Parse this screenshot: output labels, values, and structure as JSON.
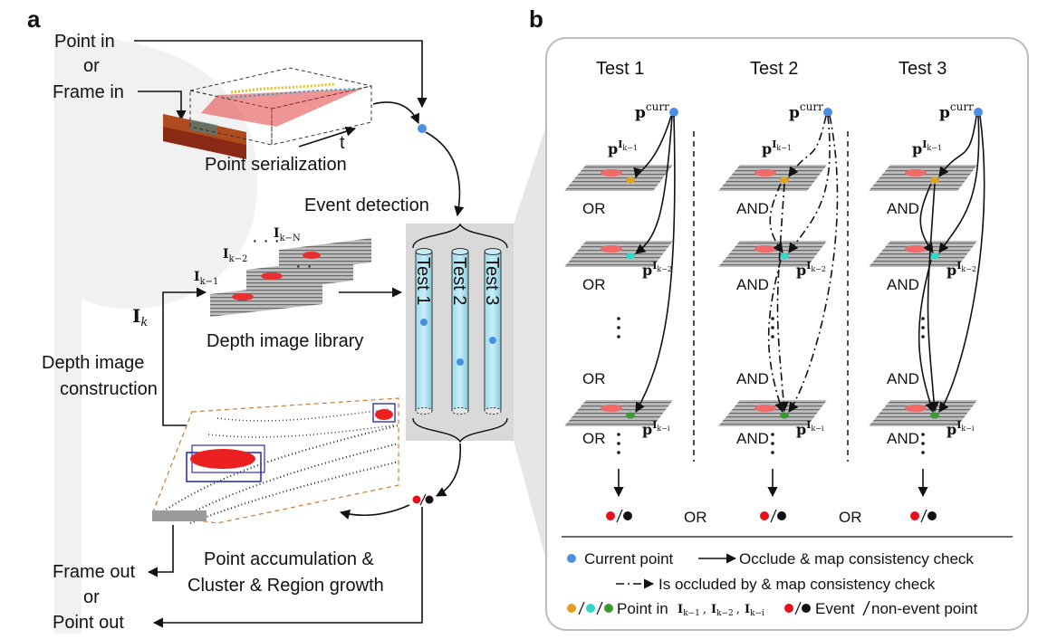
{
  "panel_a": {
    "letter": "a",
    "point_in": "Point in",
    "or1": "or",
    "frame_in": "Frame in",
    "point_serialization": "Point serialization",
    "t_label": "t",
    "event_detection": "Event detection",
    "depth_image_library": "Depth image library",
    "depth_image_construction_1": "Depth image",
    "depth_image_construction_2": "construction",
    "ik_base": "I",
    "ik_sub": "k",
    "lib_labels": [
      {
        "base": "I",
        "sub": "k−1"
      },
      {
        "base": "I",
        "sub": "k−2"
      },
      {
        "base": "I",
        "sub": "k−N"
      }
    ],
    "cyl_labels": [
      "Test 1",
      "Test 2",
      "Test 3"
    ],
    "accum_1": "Point accumulation &",
    "accum_2": "Cluster & Region growth",
    "frame_out": "Frame out",
    "or2": "or",
    "point_out": "Point out"
  },
  "panel_b": {
    "letter": "b",
    "tests": [
      {
        "title": "Test 1",
        "op": "OR",
        "style": "solid"
      },
      {
        "title": "Test 2",
        "op": "AND",
        "style": "dashdot"
      },
      {
        "title": "Test 3",
        "op": "AND",
        "style": "solid"
      }
    ],
    "p_base": "p",
    "p_curr_sup": "curr",
    "p_frame_sups": [
      "I",
      "I",
      "I"
    ],
    "p_frame_subs": [
      "k−1",
      "k−2",
      "k−i"
    ],
    "between_ops": [
      "OR",
      "OR"
    ],
    "legend": {
      "current_point": "Current point",
      "occlude_check": "Occlude & map consistency check",
      "occluded_by_check": "Is occluded by & map consistency check",
      "point_in": "Point in",
      "point_in_list": [
        "I",
        "k−1",
        ",",
        "I",
        "k−2",
        ",",
        "I",
        "k−i"
      ],
      "event_point": "Event",
      "non_event_point": "non-event point"
    },
    "colors": {
      "current": "#4a90e2",
      "frame1": "#e0a020",
      "frame2": "#30d8c8",
      "frame3": "#3a9a30",
      "event": "#e8101a",
      "nonevent": "#111111",
      "cylinder": "#8fd3e6",
      "panel_bg": "#ececec",
      "gray_focus": "#d9d9d9"
    }
  }
}
